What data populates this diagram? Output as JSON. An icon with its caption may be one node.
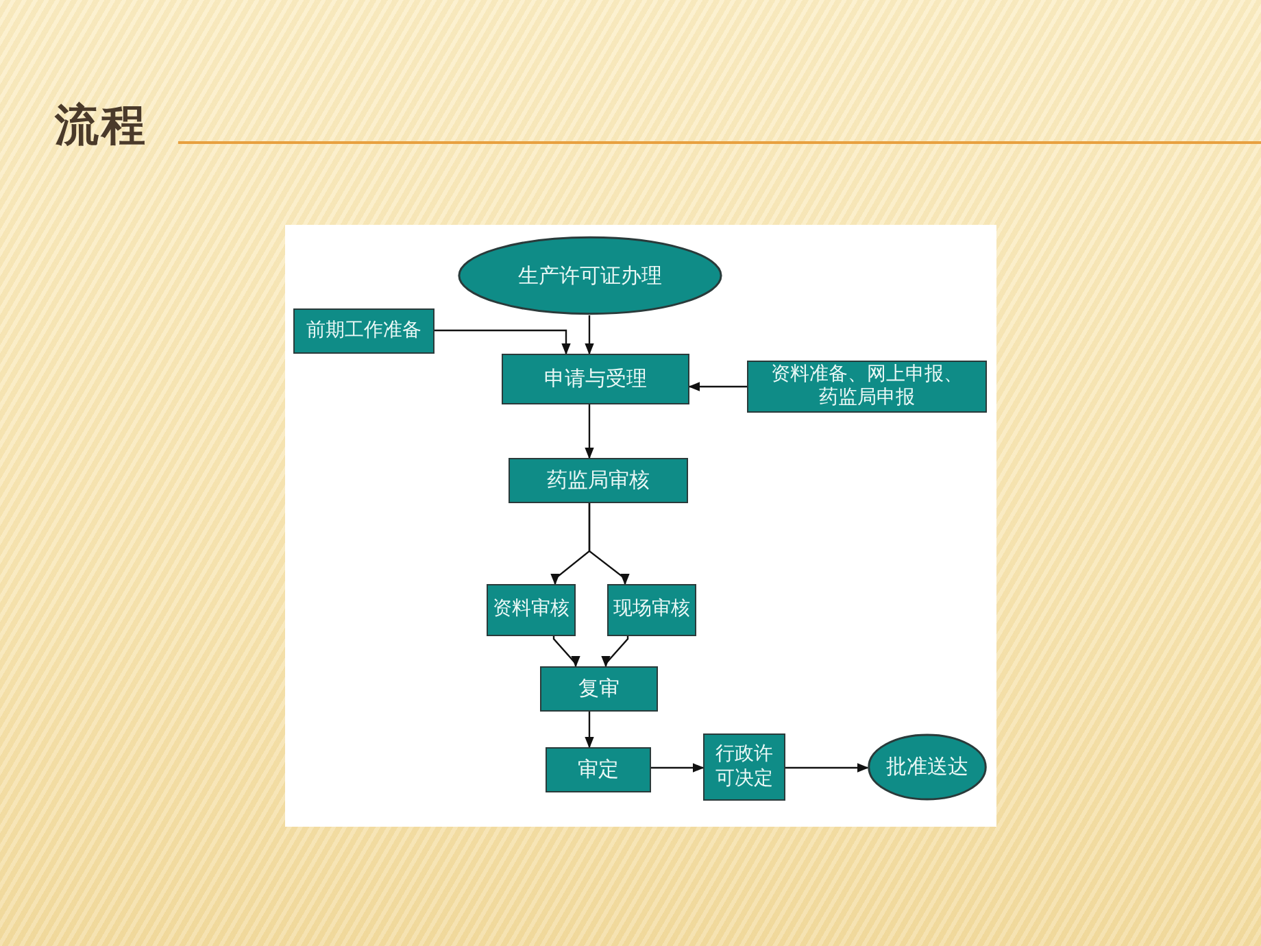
{
  "diagram": {
    "title": "流程",
    "nodes": [
      {
        "text": [
          "生产许可证办理"
        ]
      },
      {
        "text": [
          "前期工作准备"
        ]
      },
      {
        "text": [
          "申请与受理"
        ]
      },
      {
        "text": [
          "资料准备、网上申报、药监局申报"
        ]
      },
      {
        "text": [
          "药监局审核"
        ]
      },
      {
        "text": [
          "资料审核"
        ]
      },
      {
        "text": [
          "现场审核"
        ]
      },
      {
        "text": [
          "复审"
        ]
      },
      {
        "text": [
          "审定"
        ]
      },
      {
        "text": [
          "行政许可决定"
        ]
      },
      {
        "text": [
          "批准送达"
        ]
      }
    ],
    "edges": [
      {
        "from": 0,
        "to": 2,
        "arrow": "to"
      },
      {
        "from": 1,
        "to": 2,
        "arrow": "to"
      },
      {
        "from": 3,
        "to": 2,
        "arrow": "to"
      },
      {
        "from": 2,
        "to": 4,
        "arrow": "to"
      },
      {
        "from": 4,
        "to": 5,
        "arrow": "to"
      },
      {
        "from": 4,
        "to": 6,
        "arrow": "to"
      },
      {
        "from": 5,
        "to": 7,
        "arrow": "to"
      },
      {
        "from": 6,
        "to": 7,
        "arrow": "to"
      },
      {
        "from": 7,
        "to": 8,
        "arrow": "to"
      },
      {
        "from": 8,
        "to": 9,
        "arrow": "to"
      },
      {
        "from": 9,
        "to": 10,
        "arrow": "to"
      }
    ]
  }
}
